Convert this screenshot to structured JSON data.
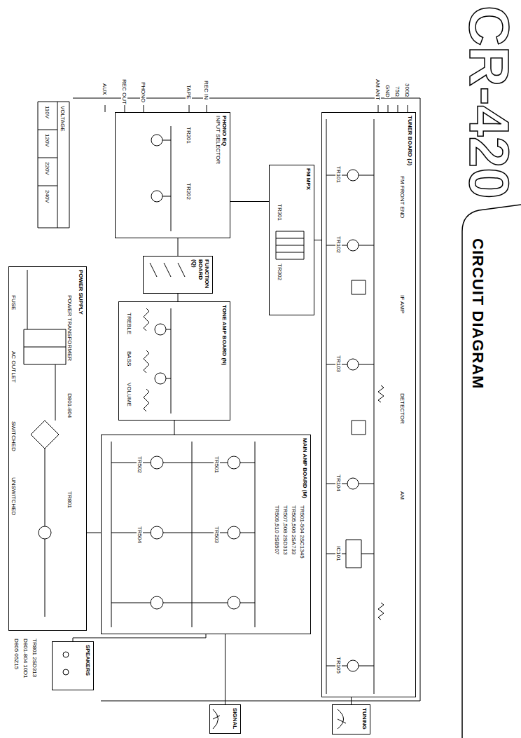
{
  "diagram": {
    "title": "CR-420",
    "caption": "CIRCUIT DIAGRAM",
    "nodes": [
      {
        "text": [
          "TUNER BOARD (J)"
        ]
      },
      {
        "text": [
          "PHONO EQ",
          "INPUT SELECTOR"
        ]
      },
      {
        "text": [
          "FUNCTION BOARD (Q)"
        ]
      },
      {
        "text": [
          "TONE AMP BOARD (N)"
        ]
      },
      {
        "text": [
          "FM MPX"
        ]
      },
      {
        "text": [
          "MAIN AMP BOARD (M)"
        ]
      },
      {
        "text": [
          "POWER SUPPLY"
        ]
      },
      {
        "text": [
          "SPEAKERS"
        ]
      },
      {
        "text": [
          "TUNING"
        ]
      },
      {
        "text": [
          "SIGNAL"
        ]
      }
    ],
    "edges": [
      {
        "from": 0,
        "to": 4,
        "arrow": "none"
      },
      {
        "from": 4,
        "to": 1,
        "arrow": "none"
      },
      {
        "from": 1,
        "to": 2,
        "arrow": "none"
      },
      {
        "from": 2,
        "to": 3,
        "arrow": "none"
      },
      {
        "from": 3,
        "to": 5,
        "arrow": "none"
      },
      {
        "from": 5,
        "to": 7,
        "arrow": "none"
      },
      {
        "from": 6,
        "to": 5,
        "arrow": "none"
      },
      {
        "from": 0,
        "to": 8,
        "arrow": "none"
      },
      {
        "from": 5,
        "to": 9,
        "arrow": "none"
      }
    ],
    "labels": [
      "AUX",
      "REC OUT",
      "PHONO",
      "TAPE",
      "REC IN",
      "300Ω",
      "75Ω",
      "GND",
      "AM ANT",
      "FM FRONT END",
      "IF AMP",
      "DETECTOR",
      "AM",
      "TR101",
      "TR102",
      "TR103",
      "TR104",
      "IC101",
      "TR105",
      "TREBLE",
      "BASS",
      "VOLUME",
      "TR201",
      "TR202",
      "TR501-504 2SC1345",
      "TR505,506 2SA733",
      "TR507,508 2SD313",
      "TR509,510 2SB507",
      "TR501",
      "TR503",
      "TR502",
      "TR504",
      "POWER TRANSFORMER",
      "D801-804",
      "TR801",
      "FUSE",
      "AC OUTLET",
      "SWITCHED",
      "UNSWITCHED",
      "VOLTAGE",
      "110V",
      "120V",
      "220V",
      "240V",
      "TR801 2SD313",
      "D801-804 10D1",
      "D805 05Z15",
      "TR301",
      "TR302"
    ]
  }
}
